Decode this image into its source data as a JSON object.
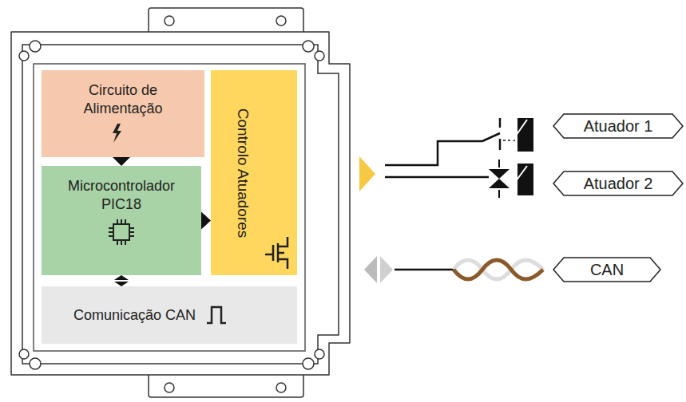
{
  "diagram": {
    "nodes": [
      {
        "text": [
          "Circuito de Alimentação"
        ]
      },
      {
        "text": [
          "Microcontrolador PIC18"
        ]
      },
      {
        "text": [
          "Controlo Atuadores"
        ]
      },
      {
        "text": [
          "Comunicação CAN"
        ]
      },
      {
        "text": [
          "Atuador 1"
        ]
      },
      {
        "text": [
          "Atuador 2"
        ]
      },
      {
        "text": [
          "CAN"
        ]
      }
    ],
    "edges": [
      {
        "from": 0,
        "to": 1,
        "arrow": "to"
      },
      {
        "from": 1,
        "to": 2,
        "arrow": "to"
      },
      {
        "from": 1,
        "to": 3,
        "arrow": "both"
      }
    ]
  }
}
